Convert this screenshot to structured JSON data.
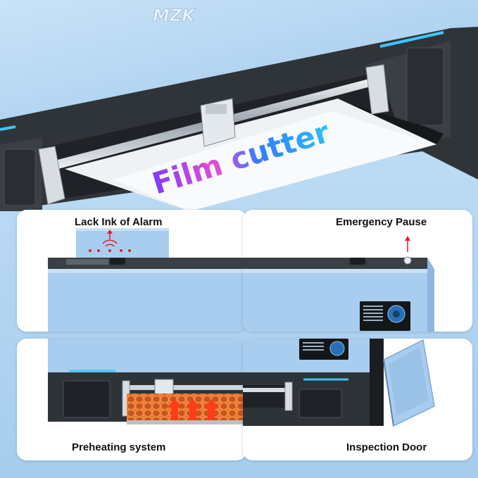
{
  "image": {
    "brand_logo": "MZK",
    "hero_text": "Film cutter",
    "colors": {
      "background": "#bcd9f3",
      "machine_body": "#a9cdee",
      "machine_frame": "#2e3338",
      "accent_led": "#3ec6ff",
      "alarm_red": "#e0202a",
      "heat_orange": "#f26a1b"
    }
  },
  "features": [
    {
      "id": "alarm",
      "caption": "Lack Ink of Alarm",
      "icon": "alarm-signal-icon"
    },
    {
      "id": "pause",
      "caption": "Emergency Pause",
      "icon": "pause-button-icon"
    },
    {
      "id": "preheat",
      "caption": "Preheating system",
      "icon": "heat-arrows-icon"
    },
    {
      "id": "door",
      "caption": "Inspection Door",
      "icon": "open-door-icon"
    }
  ]
}
